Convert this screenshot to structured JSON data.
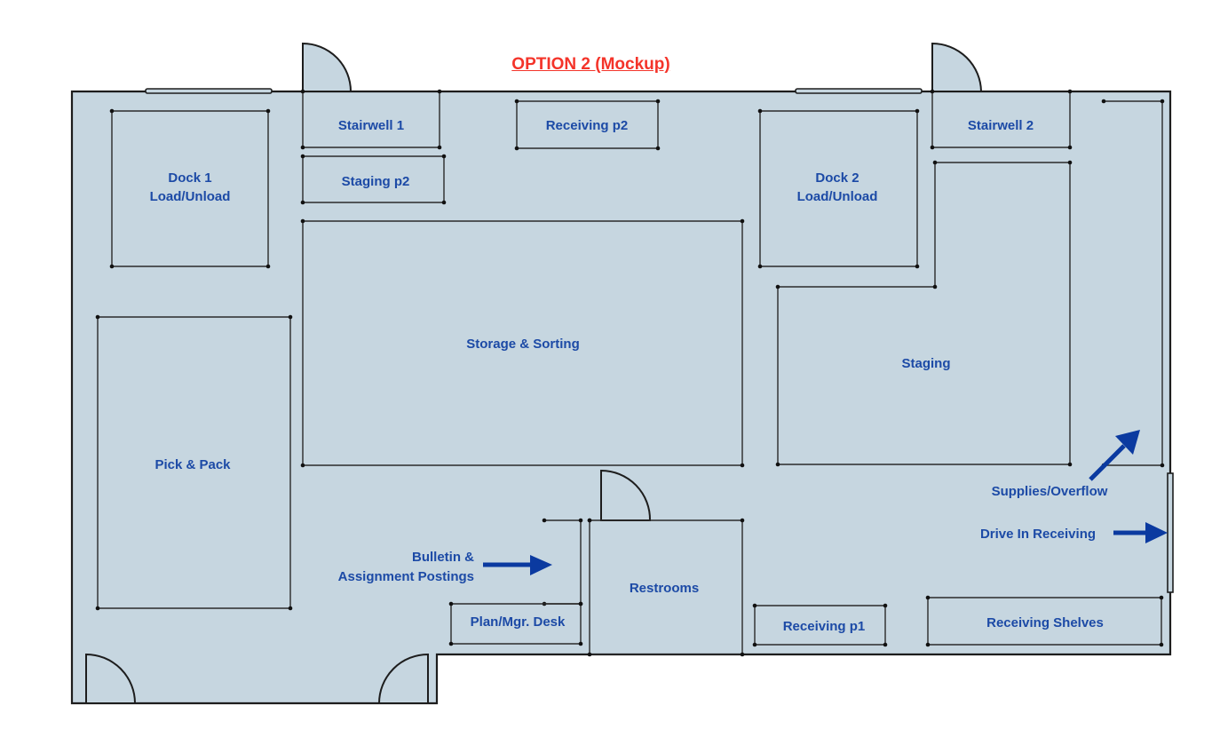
{
  "title": "OPTION 2 (Mockup)",
  "colors": {
    "floor": "#c6d6e0",
    "wall": "#1d1d1d",
    "label": "#1c4aa6",
    "title": "#f4342a",
    "arrow": "#0b3aa0"
  },
  "rooms": {
    "dock1": [
      "Dock 1",
      "Load/Unload"
    ],
    "stairwell1": "Stairwell 1",
    "staging_p2": "Staging p2",
    "receiving_p2": "Receiving p2",
    "dock2": [
      "Dock 2",
      "Load/Unload"
    ],
    "stairwell2": "Stairwell 2",
    "storage_sorting": "Storage & Sorting",
    "staging": "Staging",
    "pick_pack": "Pick & Pack",
    "restrooms": "Restrooms",
    "plan_mgr_desk": "Plan/Mgr. Desk",
    "receiving_p1": "Receiving p1",
    "receiving_shelves": "Receiving Shelves"
  },
  "annotations": {
    "bulletin": [
      "Bulletin &",
      "Assignment Postings"
    ],
    "supplies_overflow": "Supplies/Overflow",
    "drive_in_receiving": "Drive In Receiving"
  }
}
